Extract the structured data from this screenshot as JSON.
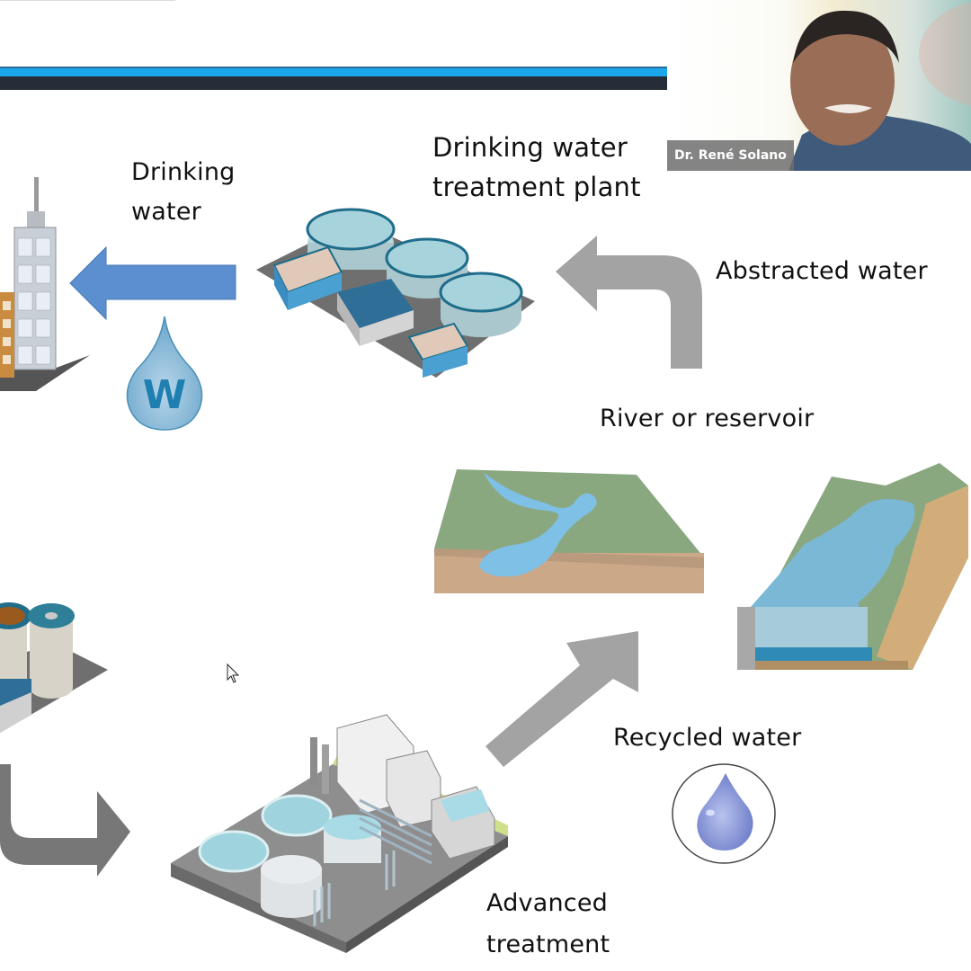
{
  "video": {
    "participant_name": "Dr. René Solano"
  },
  "slide": {
    "colors": {
      "header_blue": "#1aa7ec",
      "header_dark": "#252d38",
      "arrow_blue": "#5b8fcf",
      "arrow_gray": "#a3a3a3",
      "arrow_dark_gray": "#777777"
    },
    "labels": {
      "drinking_water": [
        "Drinking",
        "water"
      ],
      "treatment_plant": [
        "Drinking water",
        "treatment plant"
      ],
      "abstracted_water": "Abstracted water",
      "river_or_reservoir": "River or reservoir",
      "recycled_water": "Recycled water",
      "advanced_treatment": [
        "Advanced",
        "treatment"
      ]
    },
    "icons": {
      "w_drop_letter": "W"
    }
  }
}
